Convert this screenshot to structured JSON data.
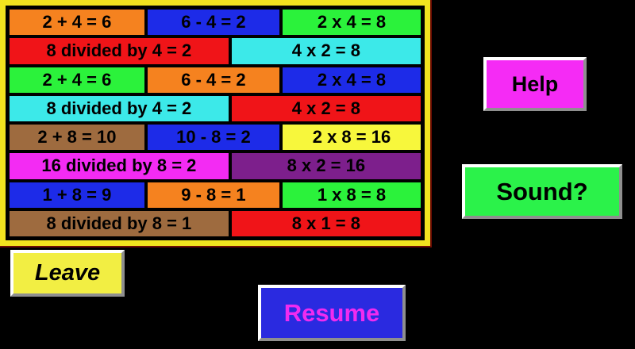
{
  "background": "#000000",
  "board": {
    "border_color": "#f2e31f",
    "rows": [
      {
        "cells": [
          {
            "text": "2 + 4 = 6",
            "color": "#f5821f"
          },
          {
            "text": "6 - 4 = 2",
            "color": "#1d2be8"
          },
          {
            "text": "2 x 4 = 8",
            "color": "#2bf23b"
          }
        ]
      },
      {
        "cells": [
          {
            "text": "8 divided by 4 = 2",
            "color": "#f01418"
          },
          {
            "text": "4 x 2 = 8",
            "color": "#3ce9e9"
          }
        ]
      },
      {
        "cells": [
          {
            "text": "2 + 4 = 6",
            "color": "#2bf23b"
          },
          {
            "text": "6 - 4 = 2",
            "color": "#f5821f"
          },
          {
            "text": "2 x 4 = 8",
            "color": "#1d2be8"
          }
        ]
      },
      {
        "cells": [
          {
            "text": "8 divided by 4 = 2",
            "color": "#3ce9e9"
          },
          {
            "text": "4 x 2 = 8",
            "color": "#f01418"
          }
        ]
      },
      {
        "cells": [
          {
            "text": "2 + 8 = 10",
            "color": "#9e6b3f"
          },
          {
            "text": "10 - 8 = 2",
            "color": "#1d2be8"
          },
          {
            "text": "2 x 8 = 16",
            "color": "#f7f73c"
          }
        ]
      },
      {
        "cells": [
          {
            "text": "16 divided by 8 = 2",
            "color": "#f32bf3"
          },
          {
            "text": "8 x 2 = 16",
            "color": "#7d1f8c"
          }
        ]
      },
      {
        "cells": [
          {
            "text": "1 + 8 = 9",
            "color": "#1d2be8"
          },
          {
            "text": "9 - 8 = 1",
            "color": "#f5821f"
          },
          {
            "text": "1 x 8 = 8",
            "color": "#2bf23b"
          }
        ]
      },
      {
        "cells": [
          {
            "text": "8 divided by 8 = 1",
            "color": "#9e6b3f"
          },
          {
            "text": "8 x 1 = 8",
            "color": "#f01418"
          }
        ]
      }
    ]
  },
  "buttons": {
    "help": {
      "label": "Help",
      "bg": "#f52bf5",
      "text_color": "#000000"
    },
    "sound": {
      "label": "Sound?",
      "bg": "#2bf24a",
      "text_color": "#000000"
    },
    "leave": {
      "label": "Leave",
      "bg": "#f2ee43",
      "text_color": "#000000"
    },
    "resume": {
      "label": "Resume",
      "bg": "#2a2ae0",
      "text_color": "#f02bf0"
    }
  }
}
